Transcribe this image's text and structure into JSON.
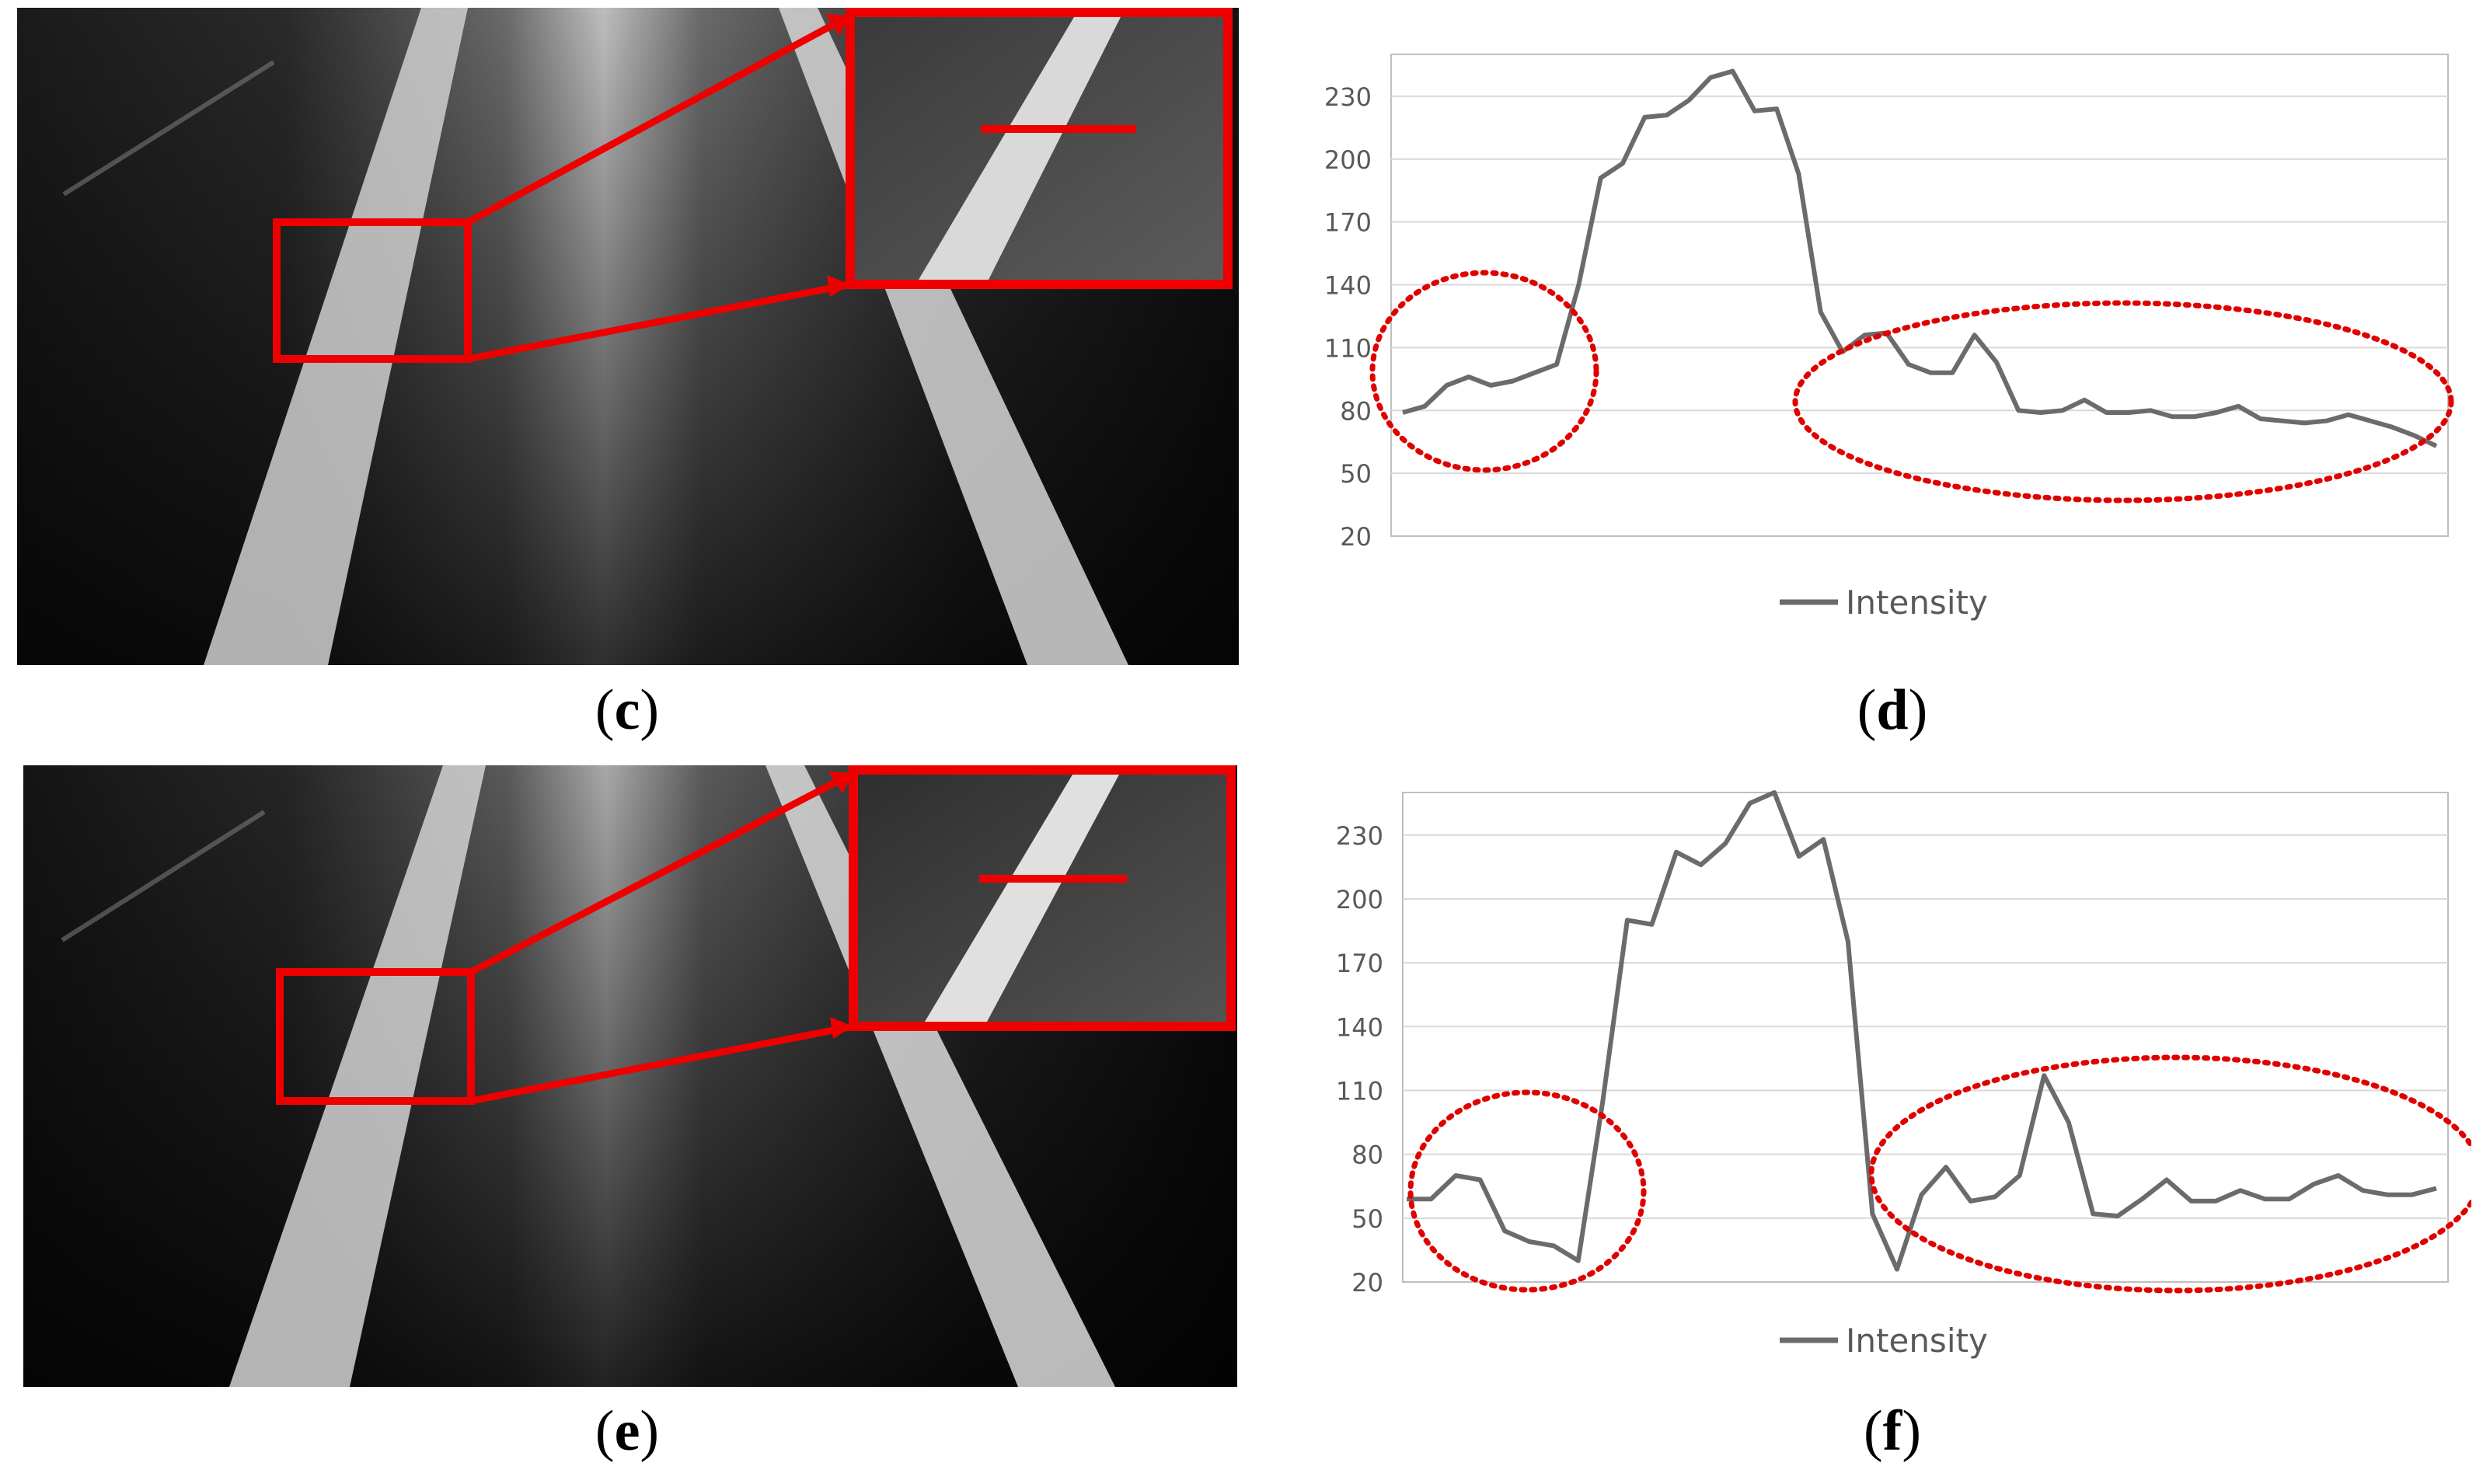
{
  "captions": {
    "c": {
      "open": "(",
      "letter": "c",
      "close": ")"
    },
    "d": {
      "open": "(",
      "letter": "d",
      "close": ")"
    },
    "e": {
      "open": "(",
      "letter": "e",
      "close": ")"
    },
    "f": {
      "open": "(",
      "letter": "f",
      "close": ")"
    }
  },
  "colors": {
    "line": "#6b6b6b",
    "grid": "#d9d9d9",
    "axis": "#bfbfbf",
    "annotation": "#e00000",
    "text": "#595959"
  },
  "chart_data": [
    {
      "panel": "d",
      "type": "line",
      "y_ticks": [
        20,
        50,
        80,
        110,
        140,
        170,
        200,
        230
      ],
      "ylim": [
        20,
        250
      ],
      "grid": true,
      "legend_position": "bottom",
      "series": [
        {
          "name": "Intensity",
          "values": [
            79,
            82,
            92,
            96,
            92,
            94,
            98,
            102,
            140,
            191,
            198,
            220,
            221,
            228,
            239,
            242,
            223,
            224,
            193,
            127,
            108,
            116,
            117,
            102,
            98,
            98,
            116,
            103,
            80,
            79,
            80,
            85,
            79,
            79,
            80,
            77,
            77,
            79,
            82,
            76,
            75,
            74,
            75,
            78,
            75,
            72,
            68,
            63
          ]
        }
      ]
    },
    {
      "panel": "f",
      "type": "line",
      "y_ticks": [
        20,
        50,
        80,
        110,
        140,
        170,
        200,
        230
      ],
      "ylim": [
        20,
        250
      ],
      "grid": true,
      "legend_position": "bottom",
      "series": [
        {
          "name": "Intensity",
          "values": [
            59,
            59,
            70,
            68,
            44,
            39,
            37,
            30,
            105,
            190,
            188,
            222,
            216,
            226,
            245,
            250,
            220,
            228,
            180,
            52,
            26,
            61,
            74,
            58,
            60,
            70,
            117,
            95,
            52,
            51,
            59,
            68,
            58,
            58,
            63,
            59,
            59,
            66,
            70,
            63,
            61,
            61,
            64
          ]
        }
      ]
    }
  ]
}
